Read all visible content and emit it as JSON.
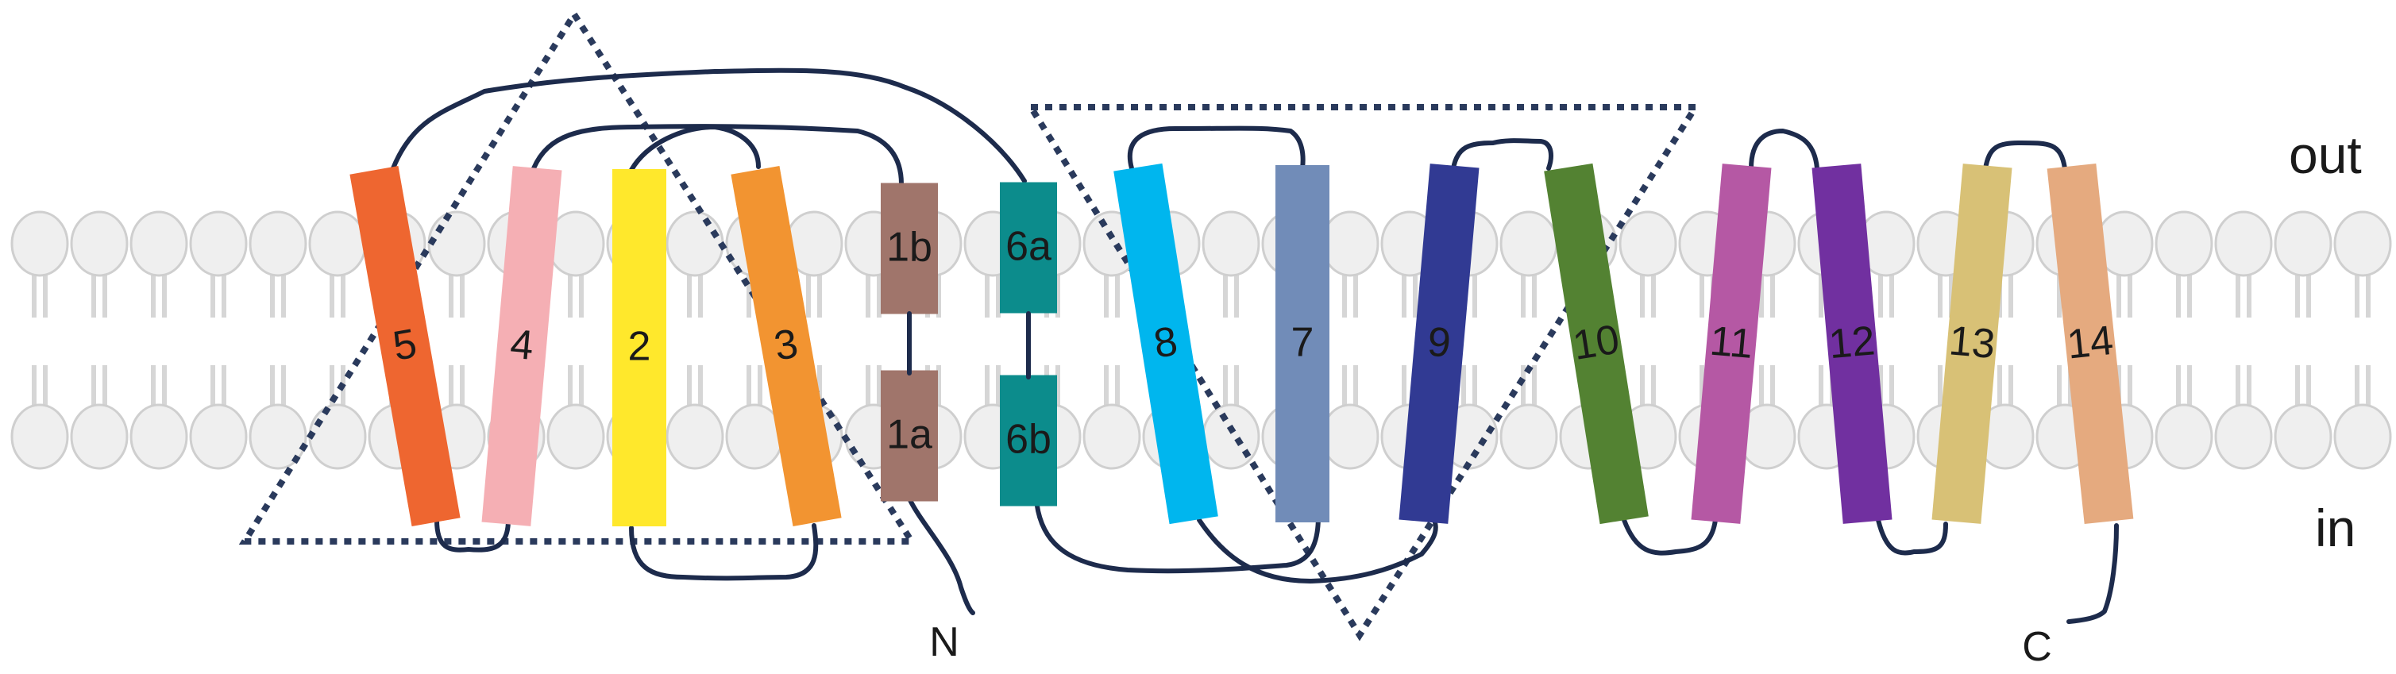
{
  "side_labels": {
    "out": "out",
    "in": "in"
  },
  "terminal_labels": {
    "n": "N",
    "c": "C"
  },
  "helices": [
    {
      "label": "5",
      "color": "#ee6630"
    },
    {
      "label": "4",
      "color": "#f5afb4"
    },
    {
      "label": "2",
      "color": "#ffe82c"
    },
    {
      "label": "3",
      "color": "#f29431"
    },
    {
      "label": "1b",
      "color": "#a0756b"
    },
    {
      "label": "1a",
      "color": "#a0756b"
    },
    {
      "label": "6a",
      "color": "#0c8c8c"
    },
    {
      "label": "6b",
      "color": "#0c8c8c"
    },
    {
      "label": "8",
      "color": "#00b6ee"
    },
    {
      "label": "7",
      "color": "#718cb8"
    },
    {
      "label": "9",
      "color": "#313a93"
    },
    {
      "label": "10",
      "color": "#538232"
    },
    {
      "label": "11",
      "color": "#b558a4"
    },
    {
      "label": "12",
      "color": "#7130a0"
    },
    {
      "label": "13",
      "color": "#d8c176"
    },
    {
      "label": "14",
      "color": "#e5aa7f"
    }
  ],
  "membrane": {
    "head_color": "#efefef",
    "head_stroke": "#cfcfcf",
    "tail_color": "#d6d6d6"
  }
}
